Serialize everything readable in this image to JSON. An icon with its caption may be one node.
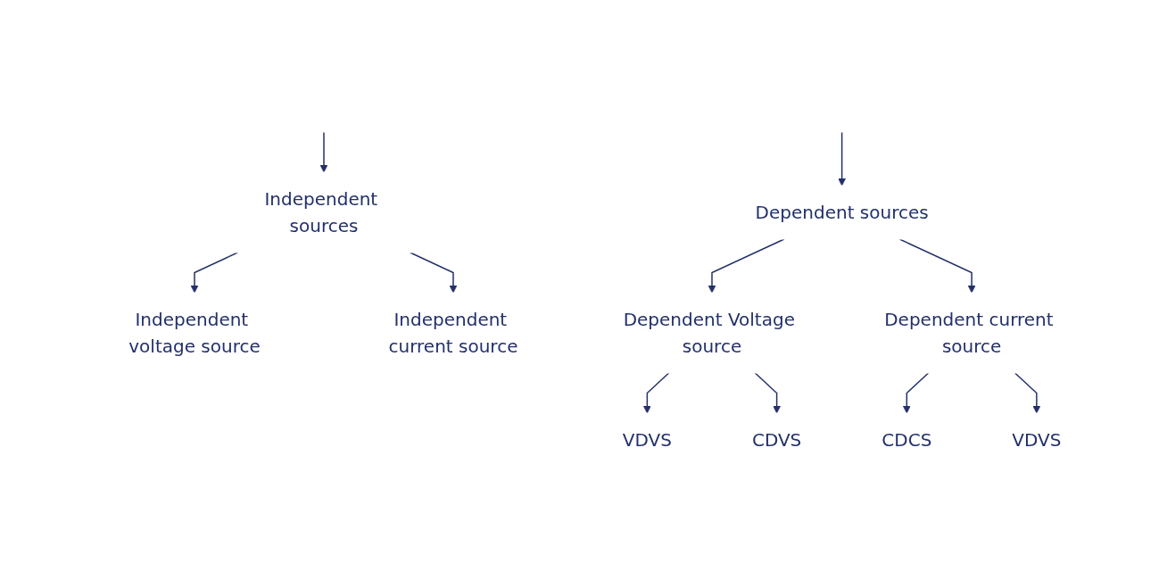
{
  "diagram": {
    "nodes": [
      {
        "text": [
          "Independent sources"
        ]
      },
      {
        "text": [
          "Dependent sources"
        ]
      },
      {
        "text": [
          "Independent voltage source"
        ]
      },
      {
        "text": [
          "Independent current source"
        ]
      },
      {
        "text": [
          "Dependent Voltage source"
        ]
      },
      {
        "text": [
          "Dependent current source"
        ]
      },
      {
        "text": [
          "VDVS"
        ]
      },
      {
        "text": [
          "CDVS"
        ]
      },
      {
        "text": [
          "CDCS"
        ]
      },
      {
        "text": [
          "VDVS"
        ]
      }
    ],
    "edges": [
      {
        "from": null,
        "to": 0,
        "arrow": "to"
      },
      {
        "from": null,
        "to": 1,
        "arrow": "to"
      },
      {
        "from": 0,
        "to": 2,
        "arrow": "to"
      },
      {
        "from": 0,
        "to": 3,
        "arrow": "to"
      },
      {
        "from": 1,
        "to": 4,
        "arrow": "to"
      },
      {
        "from": 1,
        "to": 5,
        "arrow": "to"
      },
      {
        "from": 4,
        "to": 6,
        "arrow": "to"
      },
      {
        "from": 4,
        "to": 7,
        "arrow": "to"
      },
      {
        "from": 5,
        "to": 8,
        "arrow": "to"
      },
      {
        "from": 5,
        "to": 9,
        "arrow": "to"
      }
    ]
  }
}
